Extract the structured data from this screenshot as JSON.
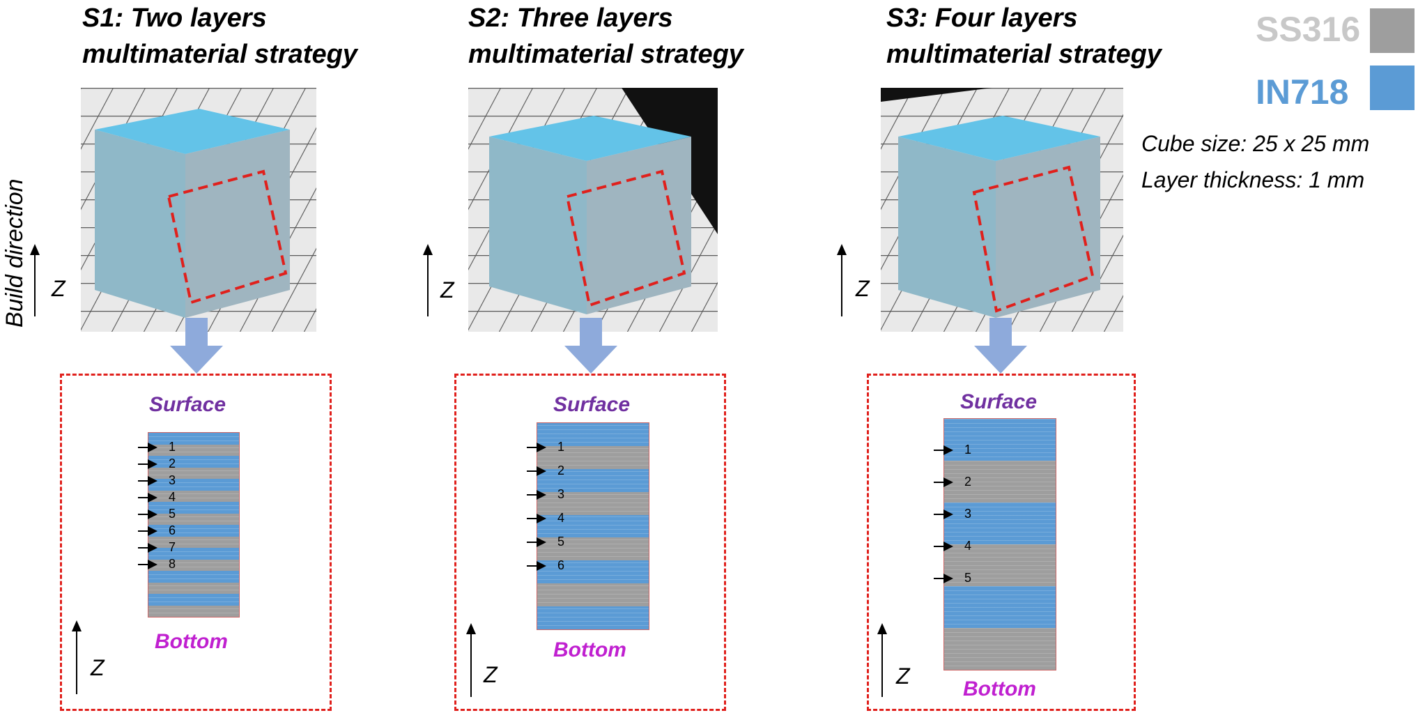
{
  "panels": [
    {
      "title_line1": "S1: Two layers",
      "title_line2": "multimaterial strategy",
      "z_label": "Z",
      "surface": "Surface",
      "bottom": "Bottom",
      "markers": [
        "1",
        "2",
        "3",
        "4",
        "5",
        "6",
        "7",
        "8"
      ]
    },
    {
      "title_line1": "S2: Three layers",
      "title_line2": "multimaterial strategy",
      "z_label": "Z",
      "surface": "Surface",
      "bottom": "Bottom",
      "markers": [
        "1",
        "2",
        "3",
        "4",
        "5",
        "6"
      ]
    },
    {
      "title_line1": "S3: Four layers",
      "title_line2": "multimaterial strategy",
      "z_label": "Z",
      "surface": "Surface",
      "bottom": "Bottom",
      "markers": [
        "1",
        "2",
        "3",
        "4",
        "5"
      ]
    }
  ],
  "legend": {
    "ss316_label": "SS316",
    "ss316_color": "#9e9e9e",
    "ss316_text_color": "#c8c8c8",
    "in718_label": "IN718",
    "in718_color": "#5b9bd5",
    "in718_text_color": "#5b9bd5"
  },
  "notes": {
    "cube_size": "Cube size: 25 x 25 mm",
    "layer_thickness": "Layer thickness: 1 mm"
  },
  "build_direction": "Build direction",
  "colors": {
    "dash_red": "#e0201c",
    "arrow_blue": "#8eaadb",
    "surface_purple": "#7030a0",
    "bottom_magenta": "#c020d0"
  }
}
